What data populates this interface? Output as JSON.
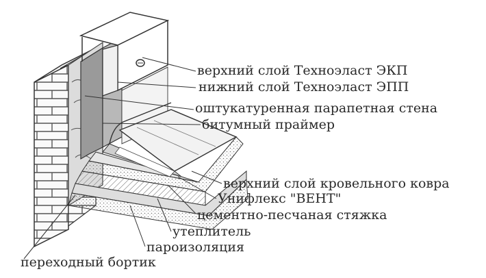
{
  "diagram": {
    "labels": {
      "top_layer": "верхний слой Техноэласт ЭКП",
      "bottom_layer": "нижний слой Техноэласт ЭПП",
      "plastered_wall": "оштукатуренная парапетная стена",
      "primer": "битумный праймер",
      "roof_top_layer": "верхний слой кровельного ковра",
      "uniflex": "Унифлекс \"ВЕНТ\"",
      "screed": "цементно-песчаная стяжка",
      "insulation": "утеплитель",
      "vapor_barrier": "пароизоляция",
      "transition_fillet": "переходный бортик"
    },
    "colors": {
      "line": "#3a3a3a",
      "text": "#2a2a2a",
      "gray_layer": "#9a9a9a",
      "light_fill": "#e9e9e9",
      "white": "#ffffff"
    }
  }
}
